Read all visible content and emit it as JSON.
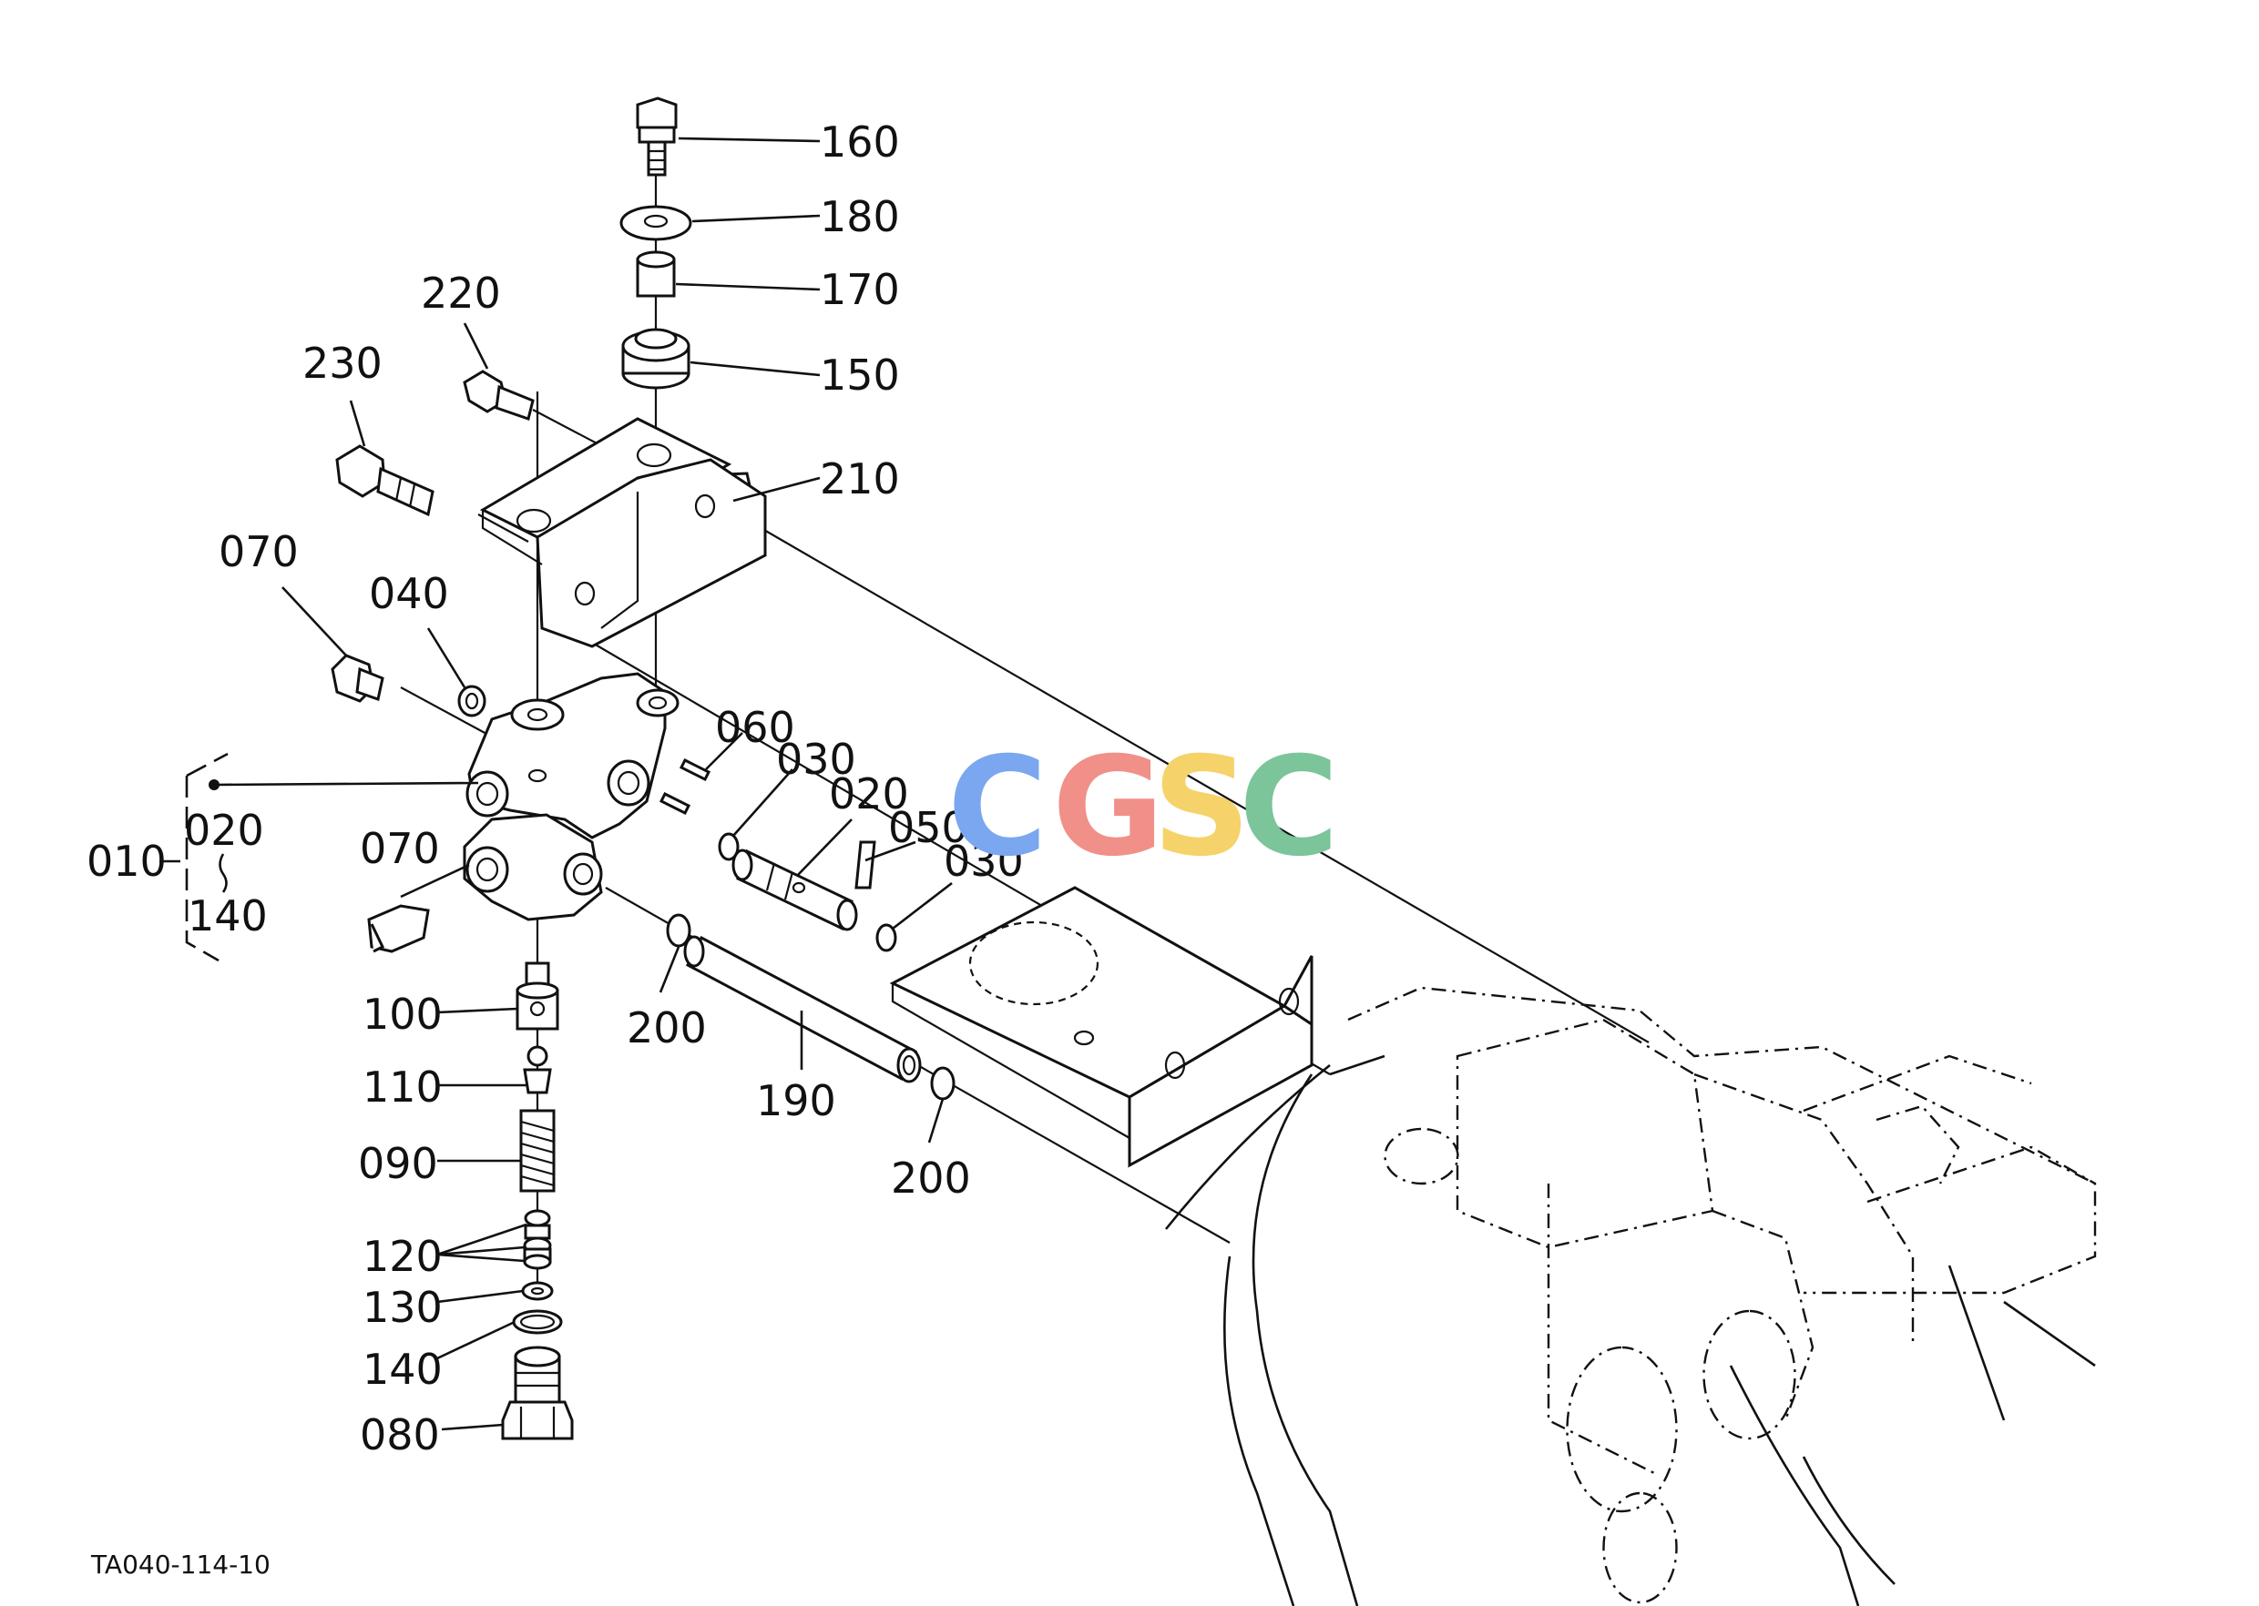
{
  "diagram": {
    "drawing_code": "TA040-114-10",
    "watermark": {
      "letters": [
        "C",
        "G",
        "S",
        "C"
      ],
      "colors": [
        "#7aa7f0",
        "#f09089",
        "#f5d36a",
        "#7cc49a"
      ]
    },
    "callouts": {
      "p160": "160",
      "p180": "180",
      "p170": "170",
      "p150": "150",
      "p220": "220",
      "p230": "230",
      "p210": "210",
      "p070a": "070",
      "p040": "040",
      "p060": "060",
      "p030a": "030",
      "p020a": "020",
      "p050": "050",
      "p030b": "030",
      "p010": "010",
      "p020b": "020",
      "p140b": "140",
      "p070b": "070",
      "p100": "100",
      "p110": "110",
      "p090": "090",
      "p120": "120",
      "p130": "130",
      "p140": "140",
      "p080": "080",
      "p200a": "200",
      "p190": "190",
      "p200b": "200"
    }
  }
}
